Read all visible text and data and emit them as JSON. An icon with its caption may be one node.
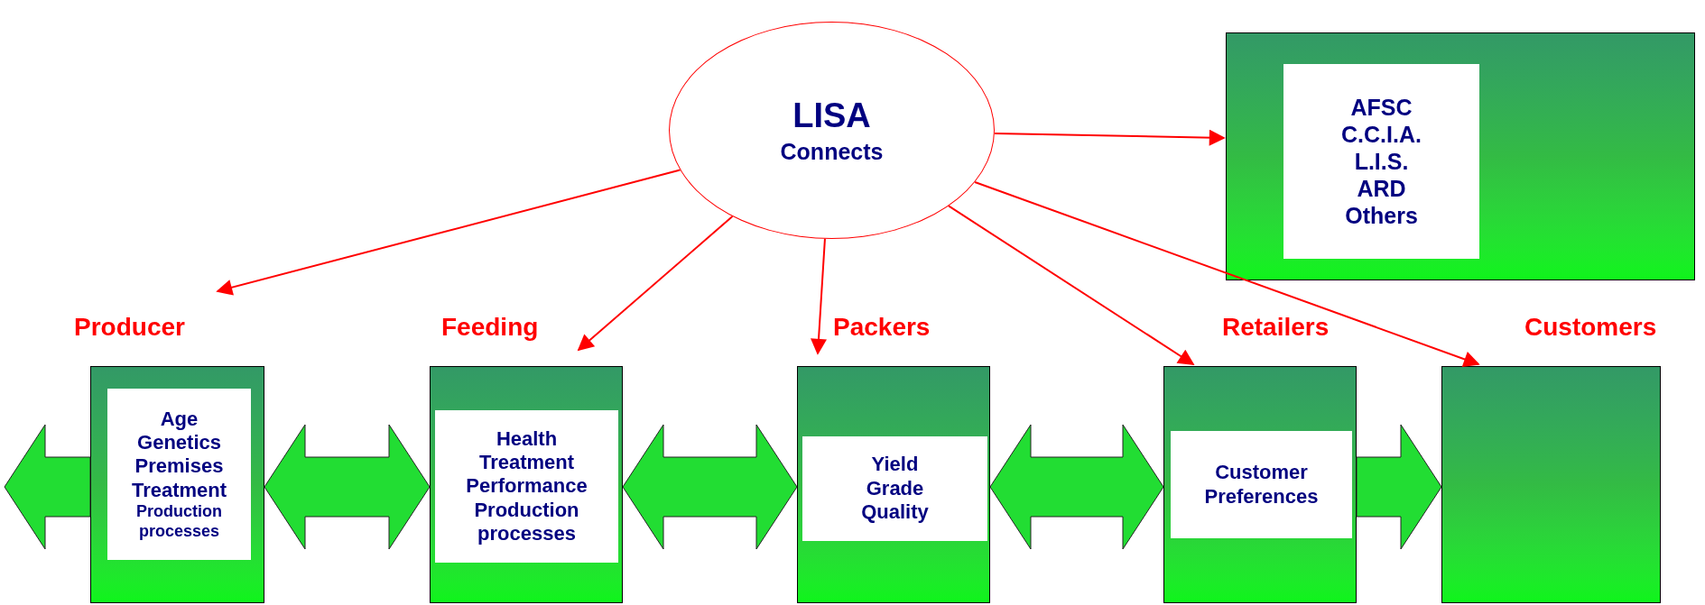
{
  "diagram": {
    "nodes": [
      {
        "text": [
          "LISA",
          "Connects"
        ]
      },
      {
        "text": [],
        "shape": "box"
      },
      {
        "text": [
          "AFSC",
          "C.C.I.A.",
          "L.I.S.",
          "ARD",
          "Others"
        ],
        "in": 1
      },
      {
        "text": [
          "Producer"
        ]
      },
      {
        "text": [
          "Age",
          "Genetics",
          "Premises",
          "Treatment",
          "Production processes"
        ],
        "in": 3
      },
      {
        "text": [
          "Feeding"
        ]
      },
      {
        "text": [
          "Health",
          "Treatment",
          "Performance",
          "Production processes"
        ],
        "in": 5
      },
      {
        "text": [
          "Packers"
        ]
      },
      {
        "text": [
          "Yield",
          "Grade",
          "Quality"
        ],
        "in": 7
      },
      {
        "text": [
          "Retailers"
        ]
      },
      {
        "text": [
          "Customer Preferences"
        ],
        "in": 9
      },
      {
        "text": [
          "Customers"
        ]
      }
    ],
    "edges": [
      {
        "from": 0,
        "to": 1,
        "arrow": "to"
      },
      {
        "from": 0,
        "to": 3,
        "arrow": "to"
      },
      {
        "from": 0,
        "to": 5,
        "arrow": "to"
      },
      {
        "from": 0,
        "to": 7,
        "arrow": "to"
      },
      {
        "from": 0,
        "to": 9,
        "arrow": "to"
      },
      {
        "from": 0,
        "to": 11,
        "arrow": "to"
      },
      {
        "from": 3,
        "to": null,
        "arrow": "to",
        "style": "thick",
        "color": "#22dd33"
      },
      {
        "from": 3,
        "to": 5,
        "arrow": "both",
        "style": "thick",
        "color": "#22dd33"
      },
      {
        "from": 5,
        "to": 7,
        "arrow": "both",
        "style": "thick",
        "color": "#22dd33"
      },
      {
        "from": 7,
        "to": 9,
        "arrow": "both",
        "style": "thick",
        "color": "#22dd33"
      },
      {
        "from": 9,
        "to": 11,
        "arrow": "to",
        "style": "thick",
        "color": "#22dd33"
      }
    ]
  }
}
